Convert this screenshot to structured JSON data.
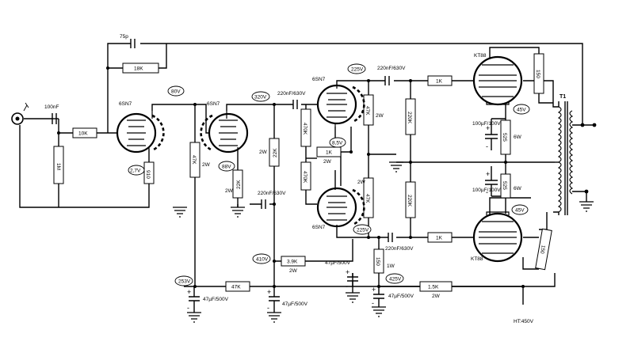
{
  "components": {
    "input_cap": "100nF",
    "input_res": "10K",
    "grid_res": "1M",
    "fb_cap": "75p",
    "fb_res": "18K",
    "v1_tube": "6SN7",
    "v1_cathode_res": "910",
    "v1_plate_res": "47K",
    "v1_plate_res_power": "2W",
    "v2_tube": "6SN7",
    "v2_cathode_res": "22K",
    "v2_cathode_res_power": "2W",
    "v2_plate_res": "22K",
    "v2_plate_res_power": "2W",
    "coupling_cap_top": "220nF/630V",
    "coupling_cap_mid": "220nF/630V",
    "pi_tube_top": "6SN7",
    "pi_tube_bot": "6SN7",
    "pi_grid_res_top": "470K",
    "pi_grid_res_bot": "470K",
    "pi_tail_res": "1K",
    "pi_tail_res_power": "2W",
    "pi_plate_res_top": "47K",
    "pi_plate_res_top_power": "2W",
    "pi_plate_res_bot": "47K",
    "pi_plate_res_bot_power": "2W",
    "out_cap_top": "220nF/630V",
    "out_cap_bot": "220nF/630V",
    "bias_res_top": "220K",
    "bias_res_bot": "220K",
    "grid_stop_top": "1K",
    "grid_stop_bot": "1K",
    "kt88_top": "KT88",
    "kt88_bot": "KT88",
    "screen_res_top": "150",
    "screen_res_bot": "150",
    "cath_res_top": "525",
    "cath_res_top_power": "6W",
    "cath_res_bot": "525",
    "cath_res_bot_power": "6W",
    "cath_cap_top": "100µF/100V",
    "cath_cap_bot": "100µF/100V",
    "transformer": "T1",
    "dec_res_1": "47K",
    "dec_res_2": "3.9K",
    "dec_res_2_power": "2W",
    "dec_res_3": "150",
    "dec_res_3_power": "1W",
    "dec_res_4": "1.5K",
    "dec_res_4_power": "2W",
    "dec_cap_1": "47µF/500V",
    "dec_cap_2": "47µF/500V",
    "dec_cap_3": "47µF/500V",
    "dec_cap_4": "47µF/500V",
    "ht_label": "HT:450V"
  },
  "voltages": {
    "v1_plate": "80V",
    "v1_cathode": "2,7V",
    "v2_plate": "320V",
    "v2_cathode": "88V",
    "pi_plate_top": "225V",
    "pi_plate_bot": "225V",
    "pi_tail": "8,5V",
    "kt88_cath_top": "45V",
    "kt88_cath_bot": "45V",
    "node_253": "253V",
    "node_410": "410V",
    "node_425": "425V"
  },
  "polarity": {
    "plus": "+",
    "minus": "-"
  }
}
